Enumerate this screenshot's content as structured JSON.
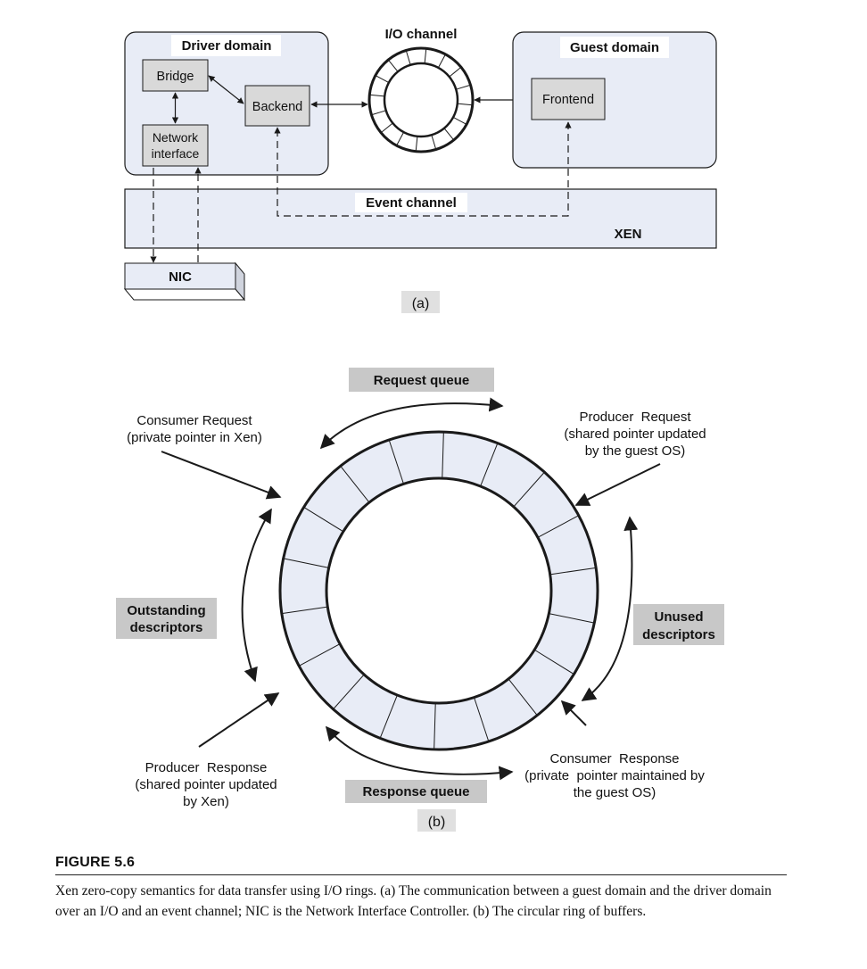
{
  "part_a": {
    "driver_domain": "Driver domain",
    "bridge": "Bridge",
    "backend": "Backend",
    "network_interface": [
      "Network",
      "interface"
    ],
    "io_channel": "I/O channel",
    "guest_domain": "Guest domain",
    "frontend": "Frontend",
    "event_channel": "Event channel",
    "xen": "XEN",
    "nic": "NIC",
    "label": "(a)"
  },
  "part_b": {
    "request_queue": "Request queue",
    "response_queue": "Response queue",
    "outstanding": [
      "Outstanding",
      "descriptors"
    ],
    "unused": [
      "Unused",
      "descriptors"
    ],
    "consumer_request": [
      "Consumer Request",
      "(private pointer in Xen)"
    ],
    "producer_request": [
      "Producer  Request",
      "(shared pointer updated",
      "by the guest OS)"
    ],
    "producer_response": [
      "Producer  Response",
      "(shared pointer updated",
      "by Xen)"
    ],
    "consumer_response": [
      "Consumer  Response",
      "(private  pointer maintained by",
      "the guest OS)"
    ],
    "label": "(b)"
  },
  "colors": {
    "domain_fill": "#e8ecf6",
    "box_fill": "#d9d9d9",
    "tag_fill": "#c8c8c8",
    "ring_fill": "#e8ecf6",
    "line": "#1a1a1a"
  },
  "caption": {
    "figure": "FIGURE 5.6",
    "text": "Xen zero-copy semantics for data transfer using I/O rings. (a) The communication between a guest domain and the driver domain over an I/O and an event channel; NIC is the Network Interface Controller. (b) The circular ring of buffers."
  }
}
